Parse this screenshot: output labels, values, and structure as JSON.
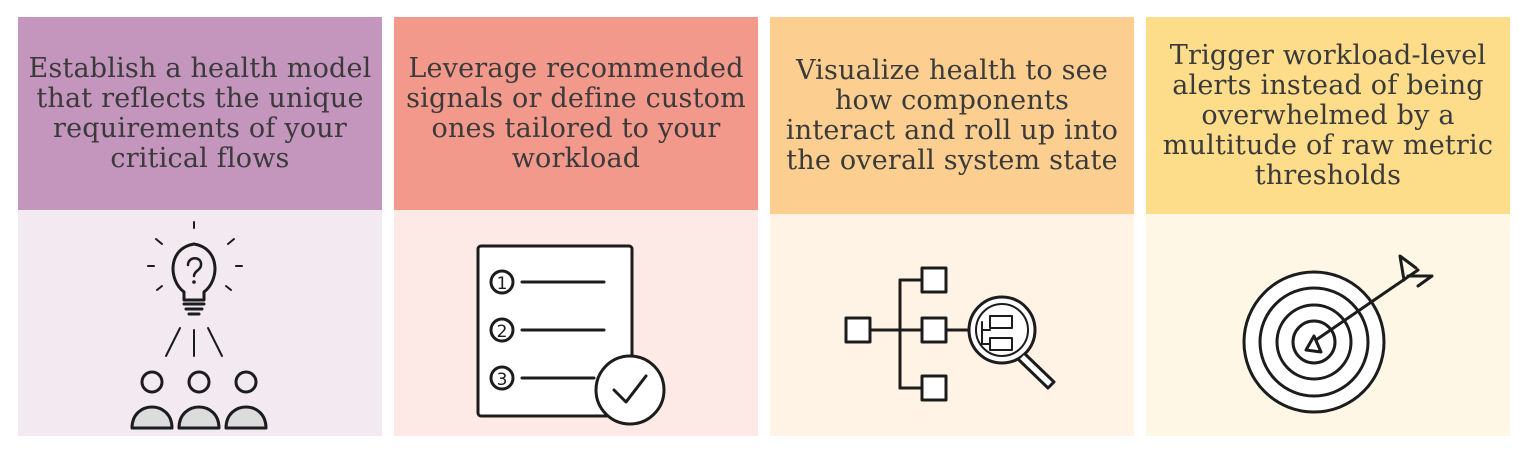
{
  "cards": [
    {
      "text": "Establish a health model that reflects the unique requirements of your critical flows",
      "header_color": "#c496be",
      "body_color": "#f2e9f1",
      "icon": "lightbulb-people-icon"
    },
    {
      "text": "Leverage recommended signals or define custom ones tailored to your workload",
      "header_color": "#f2998c",
      "body_color": "#fde9e6",
      "icon": "numbered-checklist-icon",
      "list_numbers": [
        "1",
        "2",
        "3"
      ]
    },
    {
      "text": "Visualize health to see how components interact and roll up into the overall system state",
      "header_color": "#fccf90",
      "body_color": "#fef3e4",
      "icon": "hierarchy-magnifier-icon"
    },
    {
      "text": "Trigger workload-level alerts instead of being overwhelmed by a multitude of raw metric thresholds",
      "header_color": "#fddc8a",
      "body_color": "#fef7e6",
      "icon": "target-arrow-icon"
    }
  ]
}
